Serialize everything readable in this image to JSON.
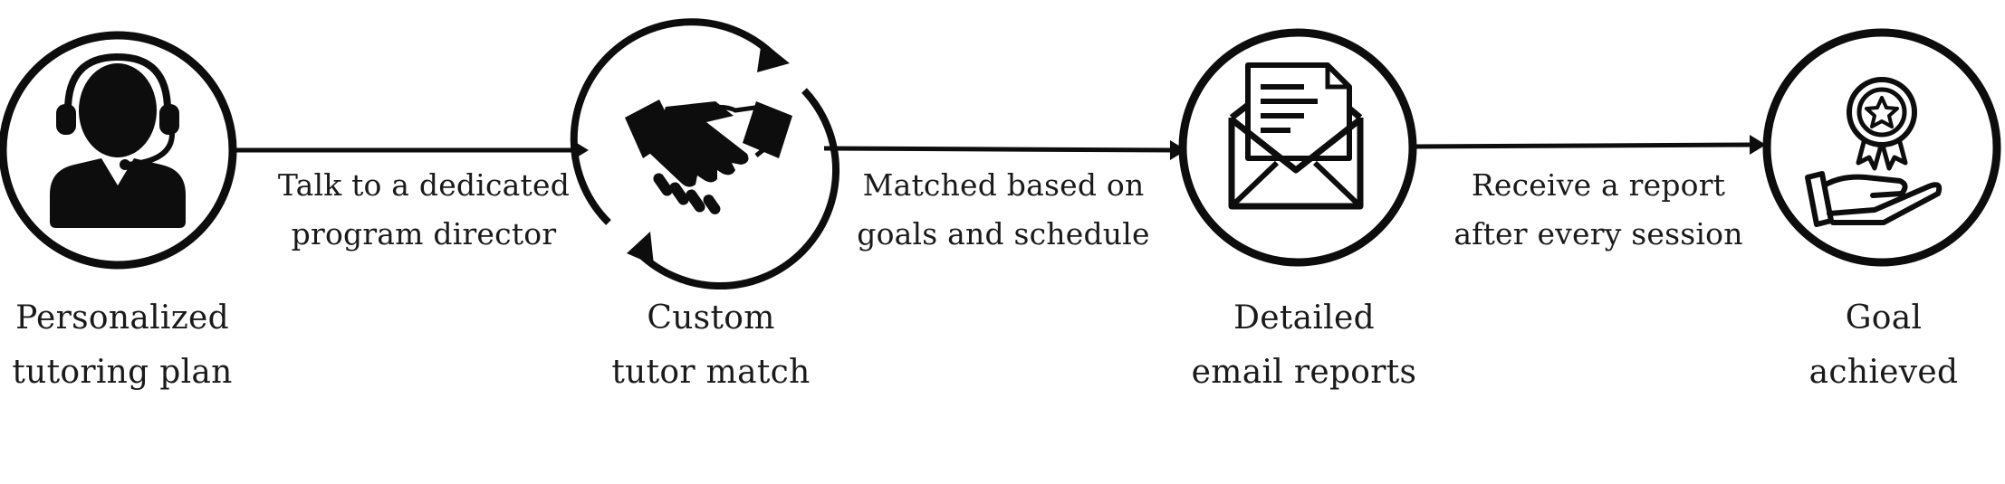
{
  "steps": [
    {
      "label": "Personalized\ntutoring plan",
      "icon": "headset-agent-icon"
    },
    {
      "label": "Custom\ntutor match",
      "icon": "handshake-icon"
    },
    {
      "label": "Detailed\nemail reports",
      "icon": "envelope-letter-icon"
    },
    {
      "label": "Goal\nachieved",
      "icon": "award-hand-icon"
    }
  ],
  "connectors": [
    {
      "label": "Talk to a dedicated\nprogram director"
    },
    {
      "label": "Matched based on\ngoals and schedule"
    },
    {
      "label": "Receive a report\nafter every session"
    }
  ],
  "colors": {
    "stroke": "#0d0d0d",
    "text": "#1a1a1a",
    "background": "#ffffff"
  }
}
